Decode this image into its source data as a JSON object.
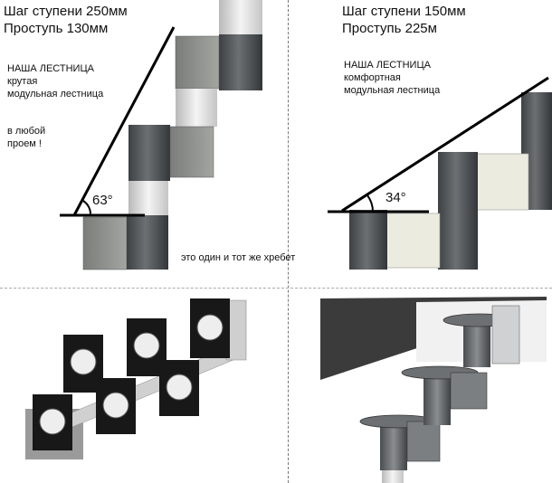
{
  "left": {
    "title_line1": "Шаг ступени 250мм",
    "title_line2": "Проступь 130мм",
    "label_heading": "НАША ЛЕСТНИЦА",
    "label_line1": "крутая",
    "label_line2": "модульная лестница",
    "note_line1": "в любой",
    "note_line2": "проем !",
    "angle_label": "63°"
  },
  "right": {
    "title_line1": "Шаг ступени 150мм",
    "title_line2": "Проступь 225м",
    "label_heading": "НАША ЛЕСТНИЦА",
    "label_line1": "комфортная",
    "label_line2": "модульная лестница",
    "angle_label": "34°"
  },
  "caption": "это один и тот же хребет",
  "colors": {
    "pipe_dark": "#555a5e",
    "pipe_light": "#dcdcdc",
    "block_gray": "#8f918e",
    "block_light": "#ecebe0",
    "plate_black": "#181818",
    "wall_dark": "#3b3b3b"
  }
}
